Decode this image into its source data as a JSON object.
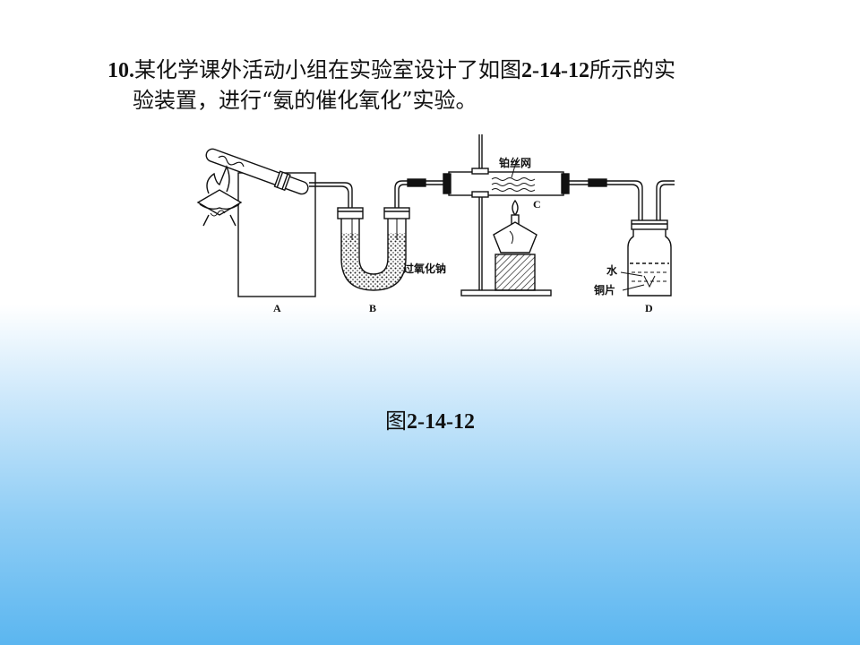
{
  "question": {
    "number": "10.",
    "text_part1": "某化学课外活动小组在实验室设计了如图",
    "figure_ref": "2-14-12",
    "text_part2": "所示的实",
    "text_line2": "验装置，进行“氨的催化氧化”实验。"
  },
  "diagram": {
    "label_platinum": "铂丝网",
    "label_sodium_peroxide": "过氧化钠",
    "label_water": "水",
    "label_copper": "铜片",
    "label_A": "A",
    "label_B": "B",
    "label_C": "C",
    "label_D": "D"
  },
  "caption": {
    "prefix": "图",
    "figure": "2-14-12"
  }
}
